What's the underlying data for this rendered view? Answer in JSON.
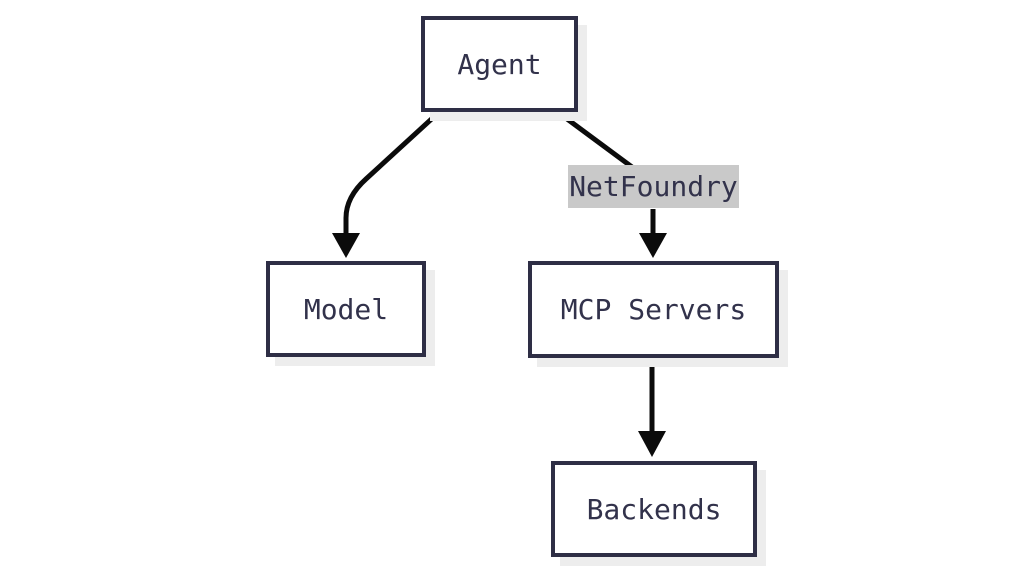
{
  "diagram": {
    "title_hint": "Agent architecture flowchart",
    "nodes": [
      {
        "id": "agent",
        "label": "Agent"
      },
      {
        "id": "model",
        "label": "Model"
      },
      {
        "id": "mcp-servers",
        "label": "MCP Servers"
      },
      {
        "id": "backends",
        "label": "Backends"
      }
    ],
    "edges": [
      {
        "from": "agent",
        "to": "model",
        "label": ""
      },
      {
        "from": "agent",
        "to": "mcp-servers",
        "label": "NetFoundry"
      },
      {
        "from": "mcp-servers",
        "to": "backends",
        "label": ""
      }
    ],
    "colors": {
      "background": "#ffffff",
      "node_border": "#2e2e45",
      "node_fill": "#ffffff",
      "node_text": "#32324b",
      "node_shadow": "#ededed",
      "arrow": "#0b0b0b",
      "edge_label_background": "#c9c9c9"
    }
  }
}
